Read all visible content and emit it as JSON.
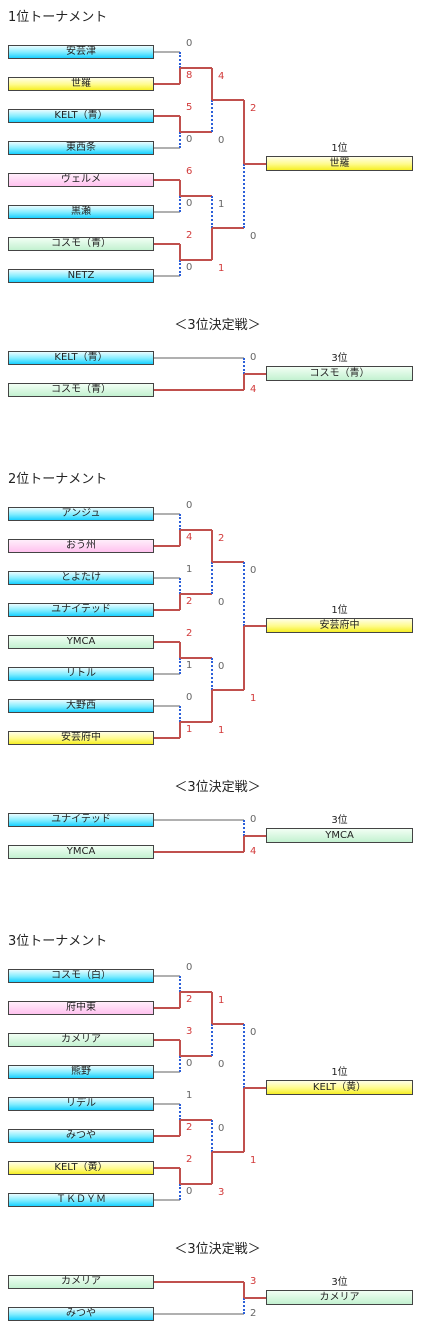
{
  "colors": {
    "cyan": "#18d0ff",
    "yellow": "#f5ee25",
    "pink": "#ffc2ef",
    "green": "#c3f1d0",
    "winner_line": "#c0504d",
    "winner_score": "#d23a3a",
    "bracket_dotted": "#2b5fd9"
  },
  "brackets": [
    {
      "title": "1位トーナメント",
      "teams": [
        {
          "name": "安芸津",
          "color": "cyan"
        },
        {
          "name": "世羅",
          "color": "yellow"
        },
        {
          "name": "KELT（青）",
          "color": "cyan"
        },
        {
          "name": "東西条",
          "color": "cyan"
        },
        {
          "name": "ヴェルメ",
          "color": "pink"
        },
        {
          "name": "黒瀬",
          "color": "cyan"
        },
        {
          "name": "コスモ（青）",
          "color": "green"
        },
        {
          "name": "NETZ",
          "color": "cyan"
        }
      ],
      "r1_scores": [
        "0",
        "8",
        "5",
        "0",
        "6",
        "0",
        "2",
        "0"
      ],
      "r2_scores": [
        "4",
        "0",
        "1",
        "1"
      ],
      "final_scores": [
        "2",
        "0"
      ],
      "result_label": "1位",
      "winner": "世羅",
      "third_title": "＜3位決定戦＞",
      "third_teams": [
        {
          "name": "KELT（青）",
          "color": "cyan"
        },
        {
          "name": "コスモ（青）",
          "color": "green"
        }
      ],
      "third_scores": [
        "0",
        "4"
      ],
      "third_label": "3位",
      "third_winner": "コスモ（青）"
    },
    {
      "title": "2位トーナメント",
      "teams": [
        {
          "name": "アンジュ",
          "color": "cyan"
        },
        {
          "name": "おう州",
          "color": "pink"
        },
        {
          "name": "とよたけ",
          "color": "cyan"
        },
        {
          "name": "ユナイテッド",
          "color": "cyan"
        },
        {
          "name": "YMCA",
          "color": "green"
        },
        {
          "name": "リトル",
          "color": "cyan"
        },
        {
          "name": "大野西",
          "color": "cyan"
        },
        {
          "name": "安芸府中",
          "color": "yellow"
        }
      ],
      "r1_scores": [
        "0",
        "4",
        "1",
        "2",
        "2",
        "1",
        "0",
        "1"
      ],
      "r2_scores": [
        "2",
        "0",
        "0",
        "1"
      ],
      "final_scores": [
        "0",
        "1"
      ],
      "result_label": "1位",
      "winner": "安芸府中",
      "third_title": "＜3位決定戦＞",
      "third_teams": [
        {
          "name": "ユナイテッド",
          "color": "cyan"
        },
        {
          "name": "YMCA",
          "color": "green"
        }
      ],
      "third_scores": [
        "0",
        "4"
      ],
      "third_label": "3位",
      "third_winner": "YMCA"
    },
    {
      "title": "3位トーナメント",
      "teams": [
        {
          "name": "コスモ（白）",
          "color": "cyan"
        },
        {
          "name": "府中東",
          "color": "pink"
        },
        {
          "name": "カメリア",
          "color": "green"
        },
        {
          "name": "熊野",
          "color": "cyan"
        },
        {
          "name": "リデル",
          "color": "cyan"
        },
        {
          "name": "みつや",
          "color": "cyan"
        },
        {
          "name": "KELT（黄）",
          "color": "yellow"
        },
        {
          "name": "ＴＫＤＹＭ",
          "color": "cyan"
        }
      ],
      "r1_scores": [
        "0",
        "2",
        "3",
        "0",
        "1",
        "2",
        "2",
        "0"
      ],
      "r2_scores": [
        "1",
        "0",
        "0",
        "3"
      ],
      "final_scores": [
        "0",
        "1"
      ],
      "result_label": "1位",
      "winner": "KELT（黄）",
      "third_title": "＜3位決定戦＞",
      "third_teams": [
        {
          "name": "カメリア",
          "color": "green"
        },
        {
          "name": "みつや",
          "color": "cyan"
        }
      ],
      "third_scores": [
        "3",
        "2"
      ],
      "third_label": "3位",
      "third_winner": "カメリア"
    }
  ]
}
